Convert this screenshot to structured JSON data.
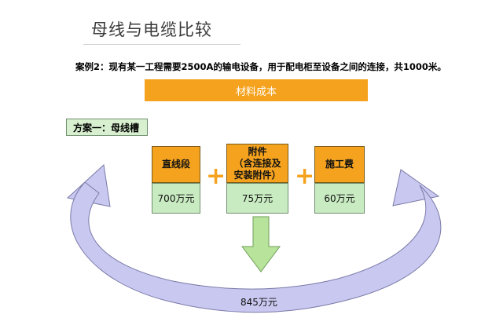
{
  "title": "母线与电缆比较",
  "case_text": "案例2：现有某一工程需要2500A的输电设备，用于配电柜至设备之间的连接，共1000米。",
  "banner": "材料成本",
  "scheme": "方案一：母线槽",
  "components": [
    {
      "name": "直线段",
      "cost": "700万元"
    },
    {
      "name_lines": [
        "附件",
        "（含连接及",
        "安装附件）"
      ],
      "cost": "75万元"
    },
    {
      "name": "施工费",
      "cost": "60万元"
    }
  ],
  "operator": "+",
  "total": "845万元",
  "colors": {
    "orange": "#f5a21e",
    "green": "#c9ebc2",
    "arc": "#c9c8f0",
    "arrow_green": "#b8e39a"
  }
}
